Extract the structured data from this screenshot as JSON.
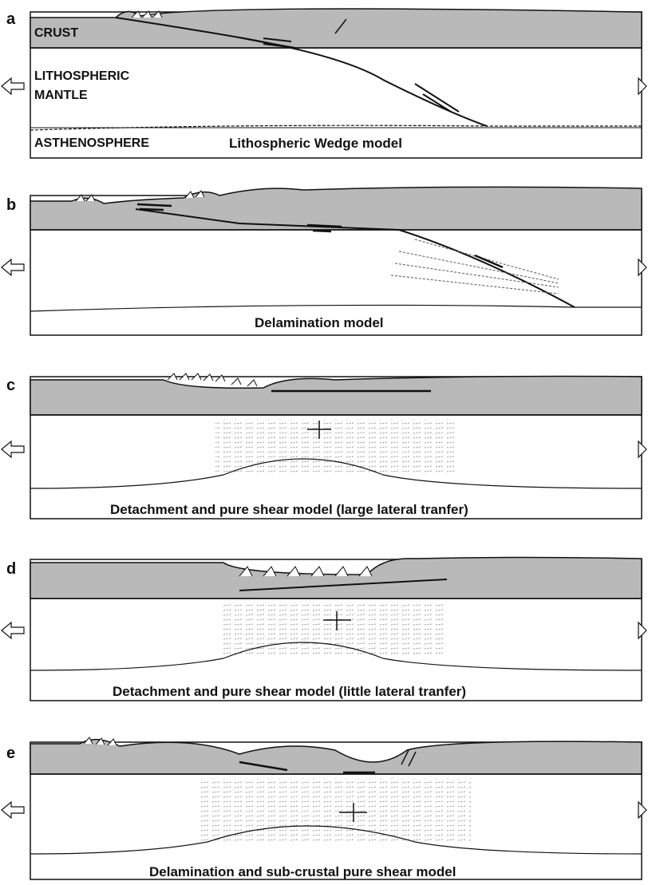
{
  "panels": [
    {
      "letter": "a",
      "title": "Lithospheric Wedge model",
      "labels": {
        "crust": "CRUST",
        "mantle_line1": "LITHOSPHERIC",
        "mantle_line2": "MANTLE",
        "asthenosphere": "ASTHENOSPHERE"
      }
    },
    {
      "letter": "b",
      "title": "Delamination model"
    },
    {
      "letter": "c",
      "title": "Detachment and pure shear model (large lateral tranfer)"
    },
    {
      "letter": "d",
      "title": "Detachment and pure shear model (little lateral tranfer)"
    },
    {
      "letter": "e",
      "title": "Delamination and sub-crustal pure shear model"
    }
  ],
  "colors": {
    "crust_fill": "#b9b9b9",
    "mantle_fill": "#ffffff",
    "asthenosphere_fill": "#ffffff",
    "line": "#111111"
  }
}
